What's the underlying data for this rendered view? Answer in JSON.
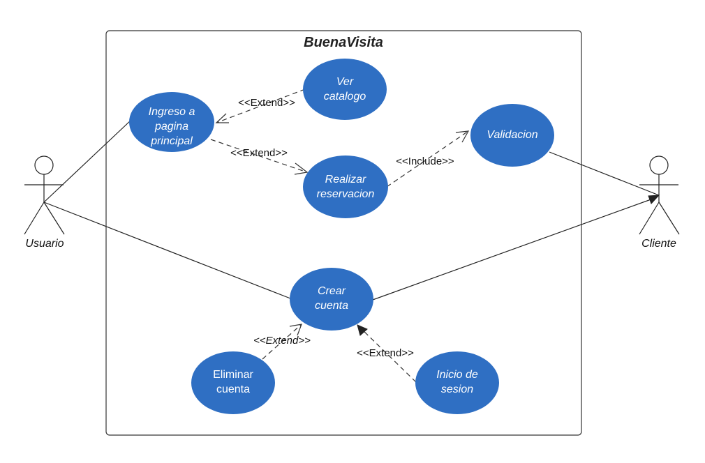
{
  "system": {
    "title": "BuenaVisita"
  },
  "colors": {
    "usecase_fill": "#2f6fc3",
    "usecase_text": "#ffffff",
    "line": "#222222"
  },
  "actors": {
    "usuario": {
      "label": "Usuario"
    },
    "cliente": {
      "label": "Cliente"
    }
  },
  "usecases": {
    "ingreso": {
      "lines": [
        "Ingreso a",
        "pagina",
        "principal"
      ]
    },
    "ver_catalogo": {
      "lines": [
        "Ver",
        "catalogo"
      ]
    },
    "validacion": {
      "lines": [
        "Validacion"
      ]
    },
    "realizar_reservacion": {
      "lines": [
        "Realizar",
        "reservacion"
      ]
    },
    "crear_cuenta": {
      "lines": [
        "Crear",
        "cuenta"
      ]
    },
    "eliminar_cuenta": {
      "lines": [
        "Eliminar",
        "cuenta"
      ]
    },
    "inicio_sesion": {
      "lines": [
        "Inicio de",
        "sesion"
      ]
    }
  },
  "relations": {
    "extend_catalogo": "<<Extend>>",
    "extend_reservacion": "<<Extend>>",
    "include_validacion": "<<Include>>",
    "extend_eliminar": "<<Extend>>",
    "extend_sesion": "<<Extend>>"
  }
}
